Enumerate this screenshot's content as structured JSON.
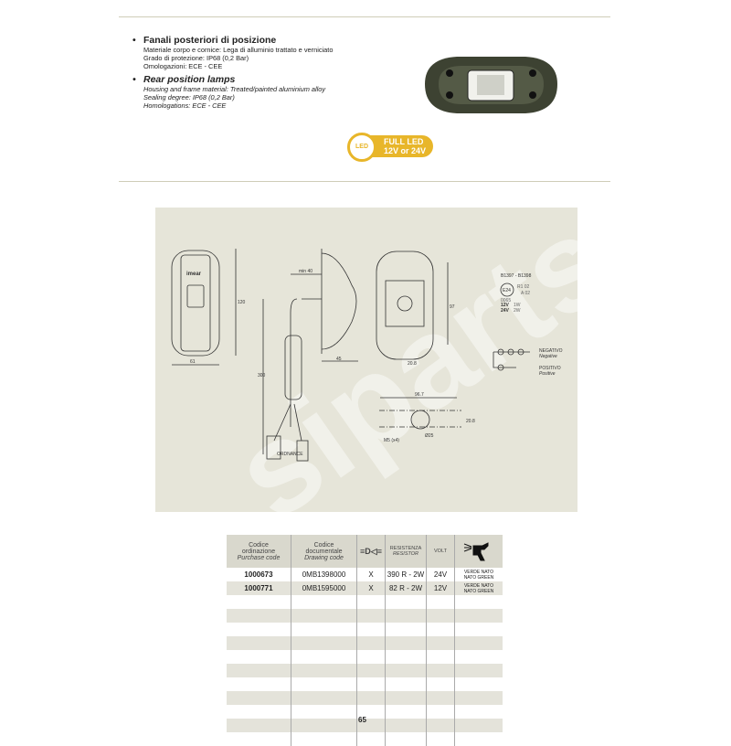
{
  "intro": {
    "it": {
      "title": "Fanali posteriori di posizione",
      "lines": [
        "Materiale corpo e cornice: Lega di alluminio trattato e verniciato",
        "Grado di protezione: IP68 (0,2 Bar)",
        "Omologazioni: ECE - CEE"
      ]
    },
    "en": {
      "title": "Rear position lamps",
      "lines": [
        "Housing and frame material: Treated/painted aluminium alloy",
        "Sealing degree: IP68 (0,2 Bar)",
        "Homologations: ECE - CEE"
      ]
    }
  },
  "badge": {
    "icon": "LED",
    "line1": "FULL LED",
    "line2": "12V or 24V",
    "color": "#e8b62a"
  },
  "drawing": {
    "brand": "imear",
    "dims": [
      "61",
      "120",
      "min 40",
      "45",
      "300",
      "20.8",
      "97",
      "96.7",
      "20.8",
      "Ø25",
      "M5 (x4)"
    ],
    "connector": "ORDNANCE",
    "approval": "B1397 - B1398",
    "mark": "E24",
    "codes": [
      "R1  02",
      "A  02"
    ],
    "number": "0065",
    "v12": "12V",
    "w1": "1W",
    "v24": "24V",
    "w2": "2W",
    "negative": "NEGATIVO",
    "negative_en": "Negative",
    "positive": "POSITIVO",
    "positive_en": "Positive",
    "watermark": "siparts"
  },
  "table": {
    "headers": [
      {
        "l1": "Codice",
        "l2": "ordinazione",
        "l3": "Purchase code"
      },
      {
        "l1": "Codice",
        "l2": "documentale",
        "l3": "Drawing code"
      },
      {
        "icon": "lamp-symbols-icon",
        "text": "≡D◁≡"
      },
      {
        "l1": "RESISTENZA",
        "l3": "RESISTOR"
      },
      {
        "l1": "VOLT"
      },
      {
        "icon": "spray-gun-icon"
      }
    ],
    "rows": [
      {
        "code": "1000673",
        "drawing": "0MB1398000",
        "x": "X",
        "resistor": "390 R - 2W",
        "volt": "24V",
        "color1": "VERDE NATO",
        "color2": "NATO GREEN"
      },
      {
        "code": "1000771",
        "drawing": "0MB1595000",
        "x": "X",
        "resistor": "82 R - 2W",
        "volt": "12V",
        "color1": "VERDE NATO",
        "color2": "NATO GREEN"
      }
    ]
  },
  "page_number": "65"
}
